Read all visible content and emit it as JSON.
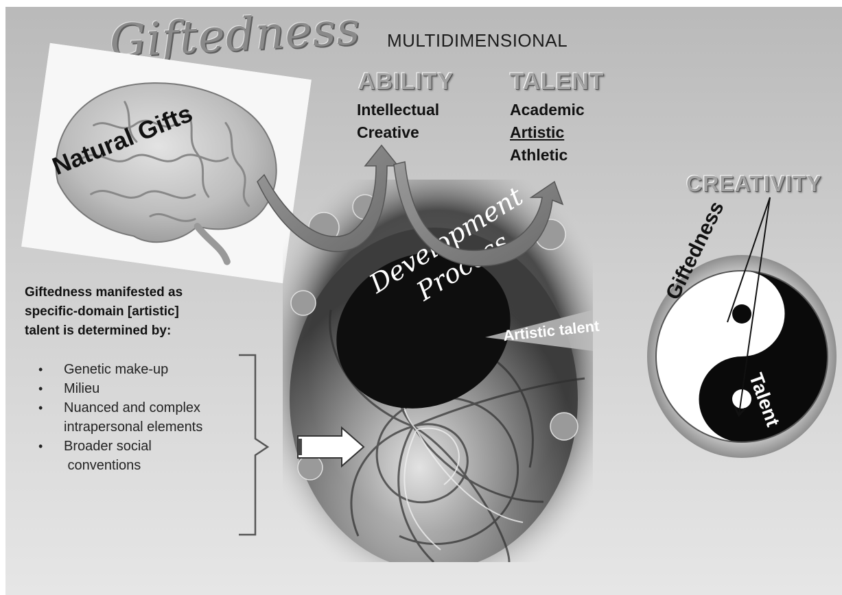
{
  "title": "Giftedness",
  "header": "MULTIDIMENSIONAL",
  "ability": {
    "heading": "ABILITY",
    "items": [
      "Intellectual",
      "Creative"
    ]
  },
  "talent": {
    "heading": "TALENT",
    "items": [
      "Academic",
      "Artistic",
      "Athletic"
    ]
  },
  "brain_label": "Natural Gifts",
  "development": {
    "line1": "Development",
    "line2": "Process"
  },
  "artistic_talent": "Artistic talent",
  "creativity": "CREATIVITY",
  "yin_yang": {
    "left_label": "Giftedness",
    "right_label": "Talent"
  },
  "determinants": {
    "heading_lines": [
      "Giftedness manifested as",
      "specific-domain [artistic]",
      "talent is determined by:"
    ],
    "bullets": [
      [
        "Genetic make-up"
      ],
      [
        "Milieu"
      ],
      [
        "Nuanced  and complex",
        "intrapersonal elements"
      ],
      [
        "Broader social",
        " conventions"
      ]
    ],
    "bullet_glyph": "•"
  },
  "colors": {
    "background_top": "#b9b9b9",
    "background_bottom": "#e6e6e6",
    "text_dark": "#111111",
    "heading_gray": "#a3a3a3"
  }
}
